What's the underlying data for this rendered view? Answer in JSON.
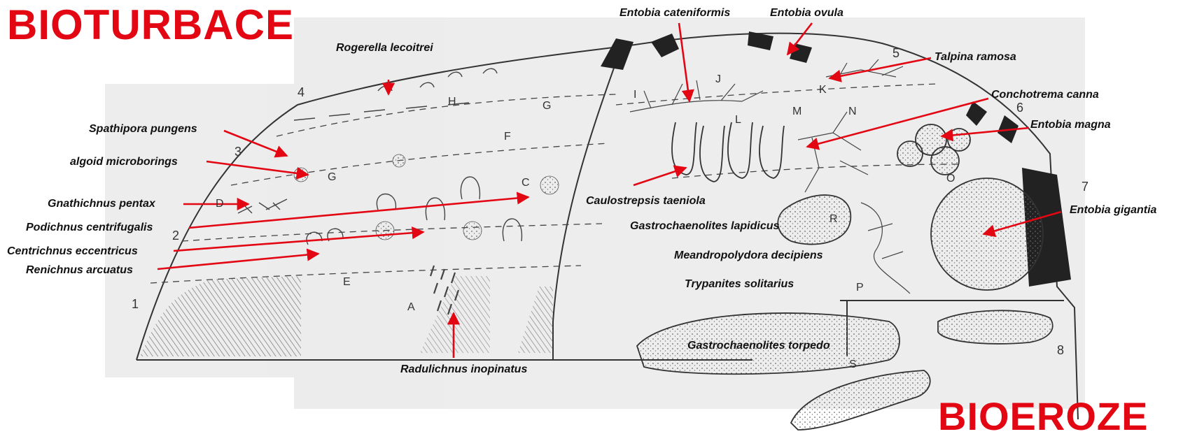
{
  "titles": {
    "bioturbation": "BIOTURBACE",
    "bioerosion": "BIOEROZE"
  },
  "labels": [
    "Rogerella lecoitrei",
    "Entobia cateniformis",
    "Entobia ovula",
    "Talpina ramosa",
    "Conchotrema canna",
    "Entobia magna",
    "Spathipora pungens",
    "algoid microborings",
    "Gnathichnus pentax",
    "Podichnus centrifugalis",
    "Centrichnus eccentricus",
    "Renichnus arcuatus",
    "Caulostrepsis taeniola",
    "Gastrochaenolites lapidicus",
    "Meandropolydora decipiens",
    "Trypanites solitarius",
    "Entobia gigantia",
    "Gastrochaenolites torpedo",
    "Radulichnus inopinatus"
  ],
  "zone_letters": [
    "A",
    "C",
    "D",
    "E",
    "F",
    "G",
    "G",
    "H",
    "I",
    "J",
    "K",
    "L",
    "M",
    "N",
    "O",
    "P",
    "R",
    "S"
  ],
  "zone_numbers": [
    "1",
    "2",
    "3",
    "4",
    "5",
    "6",
    "7",
    "8"
  ],
  "colors": {
    "title": "#e30613",
    "arrow": "#e30613",
    "drawing": "#333333",
    "labels": "#111111"
  }
}
